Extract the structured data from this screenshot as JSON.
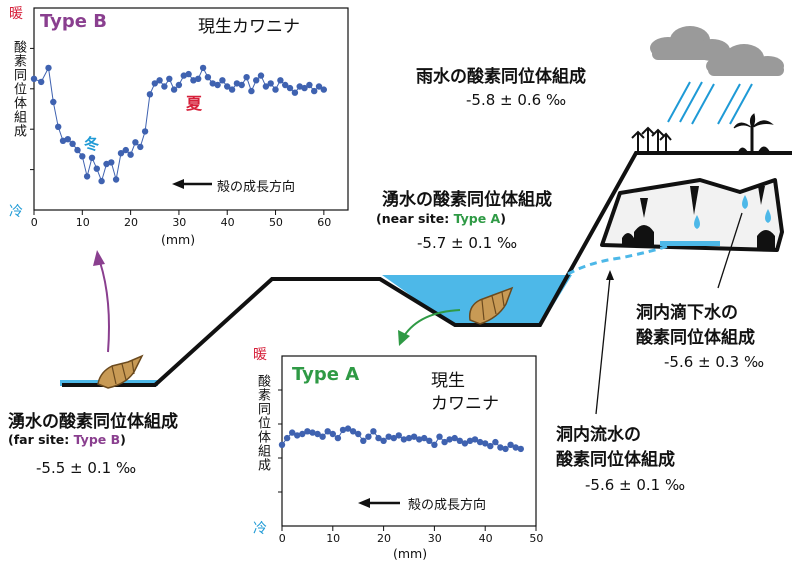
{
  "rain": {
    "title": "雨水の酸素同位体組成",
    "value": "-5.8 ± 0.6 ‰"
  },
  "spring_near": {
    "title": "湧水の酸素同位体組成",
    "site_prefix": "(near site: ",
    "site_type": "Type A",
    "site_suffix": ")",
    "value": "-5.7 ± 0.1 ‰"
  },
  "spring_far": {
    "title": "湧水の酸素同位体組成",
    "site_prefix": "(far site: ",
    "site_type": "Type B",
    "site_suffix": ")",
    "value": "-5.5 ± 0.1 ‰"
  },
  "cave_drip": {
    "title_line1": "洞内滴下水の",
    "title_line2": "酸素同位体組成",
    "value": "-5.6 ± 0.3 ‰"
  },
  "cave_stream": {
    "title_line1": "洞内流水の",
    "title_line2": "酸素同位体組成",
    "value": "-5.6 ± 0.1 ‰"
  },
  "colors": {
    "water": "#4db8e8",
    "point": "#3f62b0",
    "purple": "#8a3f8f",
    "green": "#2f9a45",
    "warm": "#d6203a",
    "cold": "#1e9ad6"
  },
  "chart_data": [
    {
      "type": "line",
      "title": "Type B",
      "subtitle": "現生カワニナ",
      "ylabel": "酸素同位体組成",
      "y_top_label": "暖",
      "y_bottom_label": "冷",
      "xlabel": "(mm)",
      "xlim": [
        0,
        65
      ],
      "xticks": [
        0,
        10,
        20,
        30,
        40,
        50,
        60
      ],
      "ylim": [
        0,
        1
      ],
      "annotations": {
        "winter": "冬",
        "summer": "夏",
        "growth_direction": "殻の成長方向"
      },
      "x": [
        0,
        1.5,
        3,
        4,
        5,
        6,
        7,
        8,
        9,
        10,
        11,
        12,
        13,
        14,
        15,
        16,
        17,
        18,
        19,
        20,
        21,
        22,
        23,
        24,
        25,
        26,
        27,
        28,
        29,
        30,
        31,
        32,
        33,
        34,
        35,
        36,
        37,
        38,
        39,
        40,
        41,
        42,
        43,
        44,
        45,
        46,
        47,
        48,
        49,
        50,
        51,
        52,
        53,
        54,
        55,
        56,
        57,
        58,
        59,
        60
      ],
      "values": [
        0.75,
        0.73,
        0.82,
        0.6,
        0.44,
        0.35,
        0.36,
        0.33,
        0.29,
        0.25,
        0.12,
        0.24,
        0.17,
        0.09,
        0.2,
        0.21,
        0.1,
        0.27,
        0.29,
        0.26,
        0.34,
        0.31,
        0.41,
        0.65,
        0.72,
        0.74,
        0.7,
        0.75,
        0.68,
        0.71,
        0.77,
        0.78,
        0.74,
        0.75,
        0.82,
        0.76,
        0.72,
        0.71,
        0.74,
        0.7,
        0.68,
        0.72,
        0.71,
        0.76,
        0.67,
        0.74,
        0.77,
        0.7,
        0.72,
        0.68,
        0.74,
        0.71,
        0.69,
        0.66,
        0.7,
        0.69,
        0.71,
        0.67,
        0.7,
        0.68
      ]
    },
    {
      "type": "line",
      "title": "Type A",
      "subtitle_line1": "現生",
      "subtitle_line2": "カワニナ",
      "ylabel": "酸素同位体組成",
      "y_top_label": "暖",
      "y_bottom_label": "冷",
      "xlabel": "(mm)",
      "xlim": [
        0,
        50
      ],
      "xticks": [
        0,
        10,
        20,
        30,
        40,
        50
      ],
      "ylim": [
        0,
        1
      ],
      "annotations": {
        "growth_direction": "殻の成長方向"
      },
      "x": [
        0,
        1,
        2,
        3,
        4,
        5,
        6,
        7,
        8,
        9,
        10,
        11,
        12,
        13,
        14,
        15,
        16,
        17,
        18,
        19,
        20,
        21,
        22,
        23,
        24,
        25,
        26,
        27,
        28,
        29,
        30,
        31,
        32,
        33,
        34,
        35,
        36,
        37,
        38,
        39,
        40,
        41,
        42,
        43,
        44,
        45,
        46,
        47
      ],
      "values": [
        0.52,
        0.57,
        0.61,
        0.59,
        0.6,
        0.62,
        0.61,
        0.6,
        0.58,
        0.62,
        0.6,
        0.57,
        0.63,
        0.64,
        0.62,
        0.6,
        0.55,
        0.58,
        0.62,
        0.57,
        0.55,
        0.58,
        0.57,
        0.59,
        0.56,
        0.57,
        0.58,
        0.56,
        0.57,
        0.55,
        0.52,
        0.58,
        0.54,
        0.56,
        0.57,
        0.55,
        0.53,
        0.55,
        0.56,
        0.54,
        0.53,
        0.51,
        0.54,
        0.5,
        0.49,
        0.52,
        0.5,
        0.49
      ]
    }
  ]
}
